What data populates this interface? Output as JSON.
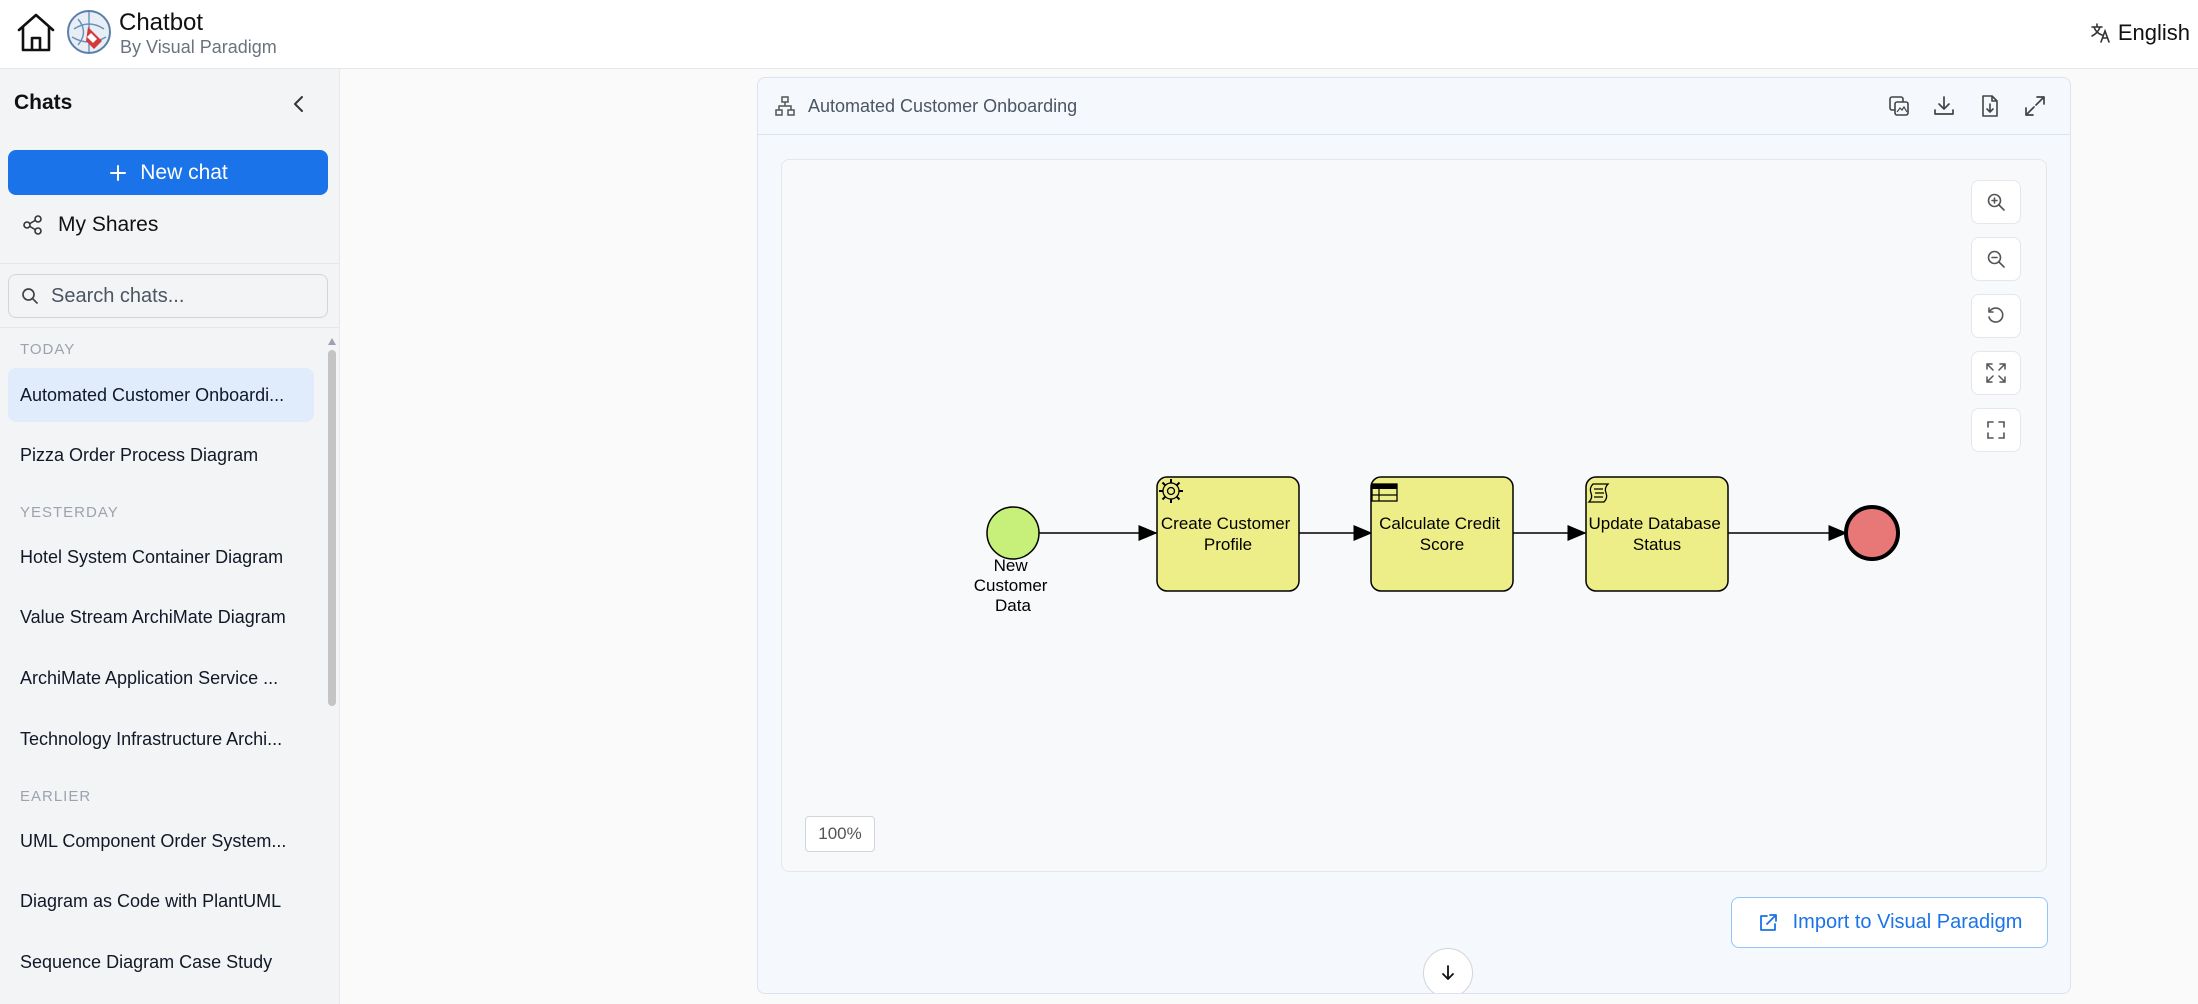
{
  "header": {
    "title": "Chatbot",
    "subtitle": "By Visual Paradigm",
    "language": "English"
  },
  "sidebar": {
    "title": "Chats",
    "new_chat_label": "New chat",
    "my_shares_label": "My Shares",
    "search_placeholder": "Search chats...",
    "groups": [
      {
        "label": "TODAY",
        "items": [
          "Automated Customer Onboardi...",
          "Pizza Order Process Diagram"
        ]
      },
      {
        "label": "YESTERDAY",
        "items": [
          "Hotel System Container Diagram",
          "Value Stream ArchiMate Diagram",
          "ArchiMate Application Service ...",
          "Technology Infrastructure Archi..."
        ]
      },
      {
        "label": "EARLIER",
        "items": [
          "UML Component Order System...",
          "Diagram as Code with PlantUML",
          "Sequence Diagram Case Study"
        ]
      }
    ],
    "active_item": "Automated Customer Onboardi..."
  },
  "panel": {
    "title": "Automated Customer Onboarding",
    "header_buttons": [
      "copy-image-icon",
      "download-icon",
      "download-file-icon",
      "expand-icon"
    ],
    "zoom_level": "100%",
    "zoom_controls": [
      "zoom-in-icon",
      "zoom-out-icon",
      "reset-icon",
      "fit-icon",
      "fullscreen-icon"
    ],
    "import_label": "Import to Visual Paradigm"
  },
  "diagram": {
    "start_event": {
      "label_lines": [
        "New",
        "Customer",
        "Data"
      ],
      "color": "#c6f07a"
    },
    "tasks": [
      {
        "type": "service",
        "label_lines": [
          "Create Customer",
          "Profile"
        ]
      },
      {
        "type": "business-rule",
        "label_lines": [
          "Calculate Credit",
          "Score"
        ]
      },
      {
        "type": "script",
        "label_lines": [
          "Update Database",
          "Status"
        ]
      }
    ],
    "end_event": {
      "color": "#e87878"
    },
    "task_color": "#eeee88"
  }
}
